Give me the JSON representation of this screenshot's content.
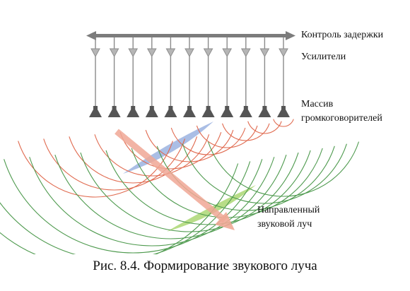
{
  "labels": {
    "delay_control": "Контроль задержки",
    "amplifiers": "Усилители",
    "speaker_array_line1": "Массив",
    "speaker_array_line2": "громкоговорителей",
    "beam_line1": "Направленный",
    "beam_line2": "звуковой луч"
  },
  "caption": "Рис. 8.4. Формирование звукового луча",
  "speaker_count": 11,
  "colors": {
    "bus": "#7c7c7c",
    "amplifier": "#b5b5b5",
    "speaker": "#555555",
    "near_wave": "#e06a4f",
    "far_wave": "#4e9a4e",
    "near_front": "#8ea8dc",
    "far_front": "#a6d46a",
    "beam_arrow": "#f0a896",
    "text": "#111111"
  },
  "icons": [
    "speaker-icon",
    "amplifier-icon",
    "beam-arrow-icon"
  ]
}
